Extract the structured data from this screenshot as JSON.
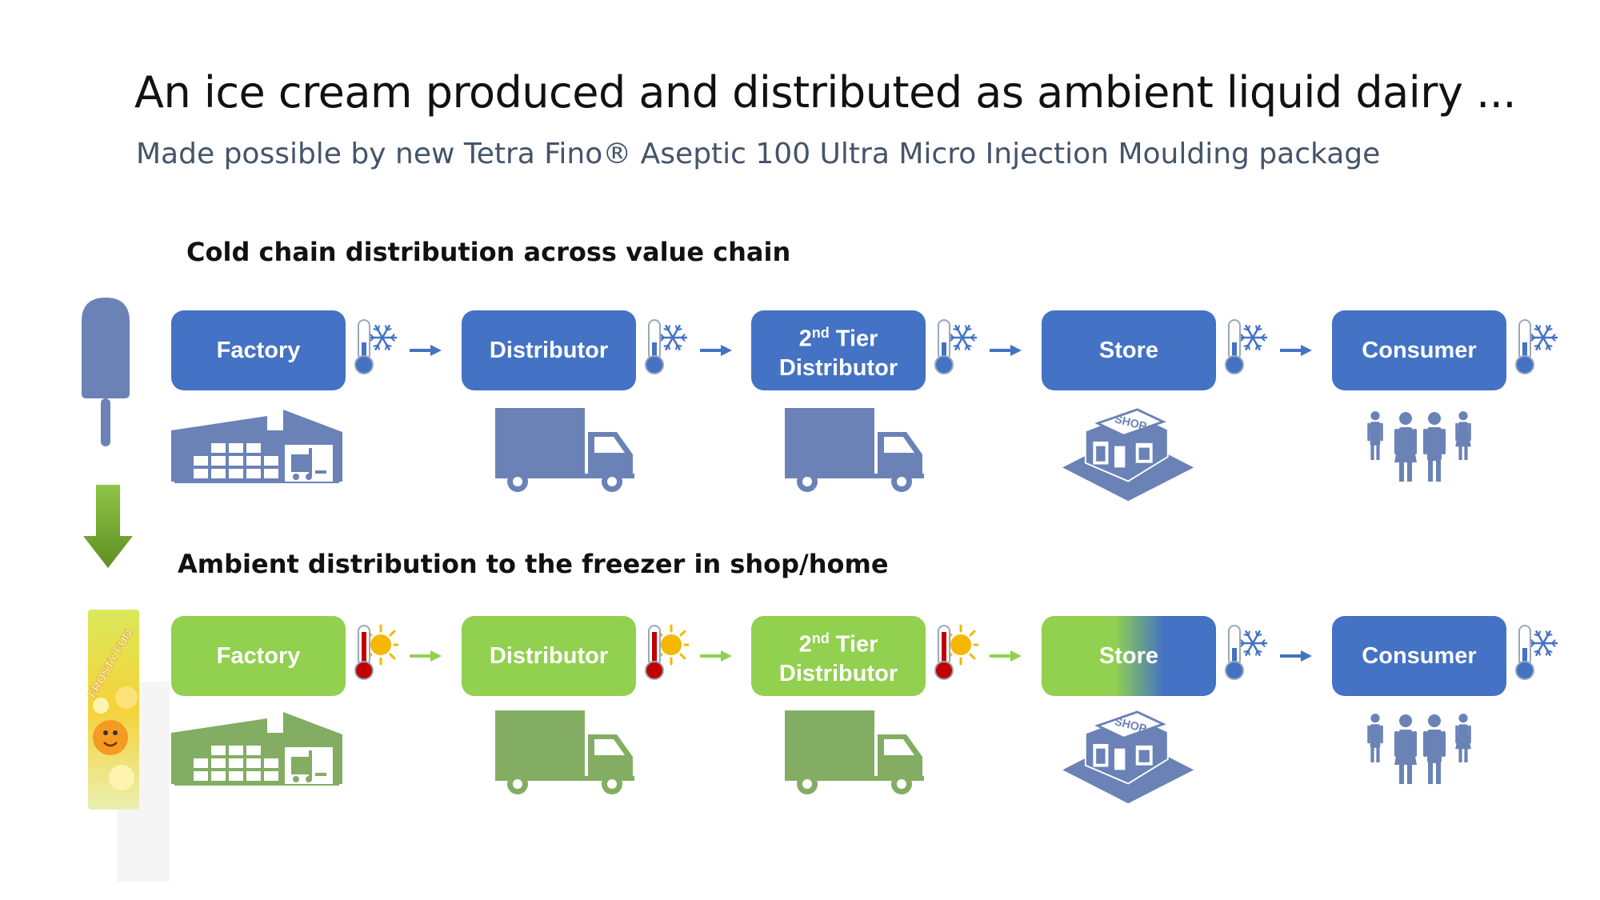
{
  "title": "An ice cream produced and distributed as ambient liquid dairy ...",
  "subtitle": "Made possible by new Tetra Fino® Aseptic 100 Ultra Micro Injection Moulding package",
  "cold_chain": {
    "heading": "Cold chain distribution across value chain",
    "steps": [
      {
        "label": "Factory",
        "temp": "cold"
      },
      {
        "label": "Distributor",
        "temp": "cold"
      },
      {
        "label_sup_prefix": "2",
        "label_sup": "nd",
        "label_rest": "Tier",
        "label_line2": "Distributor",
        "temp": "cold"
      },
      {
        "label": "Store",
        "temp": "cold"
      },
      {
        "label": "Consumer",
        "temp": "cold"
      }
    ]
  },
  "ambient_chain": {
    "heading": "Ambient distribution to the freezer in shop/home",
    "steps": [
      {
        "label": "Factory",
        "temp": "warm"
      },
      {
        "label": "Distributor",
        "temp": "warm"
      },
      {
        "label_sup_prefix": "2",
        "label_sup": "nd",
        "label_rest": "Tier",
        "label_line2": "Distributor",
        "temp": "warm"
      },
      {
        "label": "Store",
        "temp": "cold"
      },
      {
        "label": "Consumer",
        "temp": "cold"
      }
    ]
  },
  "shop_sign": "SHOP",
  "package_text": "FROSTY FUN",
  "colors": {
    "cold_blue": "#4472c4",
    "warm_green": "#92d050",
    "cold_icon": "#6a82b6",
    "warm_icon": "#82ad63",
    "thermo_red": "#c00000",
    "sun": "#f5b700"
  },
  "icons": {
    "cold_temp": "thermometer-snowflake-icon",
    "warm_temp": "thermometer-sun-icon",
    "factory": "factory-icon",
    "truck": "truck-icon",
    "shop": "shop-icon",
    "family": "family-icon"
  }
}
